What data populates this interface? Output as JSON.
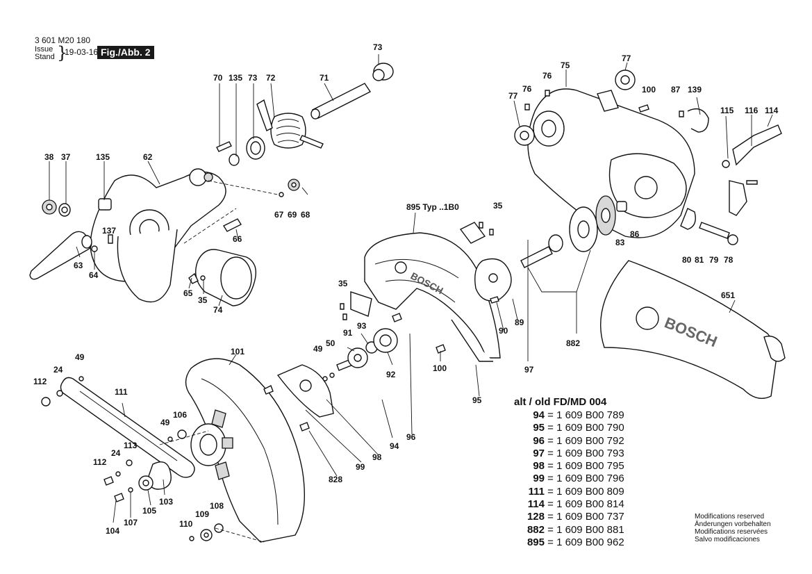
{
  "header": {
    "doc_number": "3 601 M20 180",
    "issue_label": "Issue",
    "stand_label": "Stand",
    "issue_date": "19-03-16",
    "figure_label": "Fig./Abb. 2"
  },
  "callouts": [
    "73",
    "70",
    "135",
    "73",
    "72",
    "71",
    "77",
    "75",
    "76",
    "77",
    "76",
    "100",
    "87",
    "139",
    "115",
    "116",
    "114",
    "38",
    "37",
    "135",
    "62",
    "67",
    "69",
    "68",
    "66",
    "137",
    "63",
    "64",
    "65",
    "35",
    "74",
    "895 Typ ..1B0",
    "35",
    "35",
    "83",
    "86",
    "80",
    "81",
    "79",
    "78",
    "91",
    "93",
    "89",
    "90",
    "651",
    "49",
    "50",
    "92",
    "100",
    "882",
    "97",
    "95",
    "49",
    "24",
    "112",
    "111",
    "101",
    "106",
    "49",
    "113",
    "112",
    "24",
    "103",
    "105",
    "104",
    "107",
    "110",
    "109",
    "108",
    "99",
    "98",
    "94",
    "96",
    "828"
  ],
  "alt_table": {
    "title": "alt / old  FD/MD 004",
    "rows": [
      {
        "num": "94",
        "value": "= 1 609 B00 789"
      },
      {
        "num": "95",
        "value": "= 1 609 B00 790"
      },
      {
        "num": "96",
        "value": "= 1 609 B00 792"
      },
      {
        "num": "97",
        "value": "= 1 609 B00 793"
      },
      {
        "num": "98",
        "value": "= 1 609 B00 795"
      },
      {
        "num": "99",
        "value": "= 1 609 B00 796"
      },
      {
        "num": "111",
        "value": "= 1 609 B00 809"
      },
      {
        "num": "114",
        "value": "= 1 609 B00 814"
      },
      {
        "num": "128",
        "value": "= 1 609 B00 737"
      },
      {
        "num": "882",
        "value": "= 1 609 B00 881"
      },
      {
        "num": "895",
        "value": "= 1 609 B00 962"
      }
    ]
  },
  "modifications": [
    "Modifications reserved",
    "Änderungen vorbehalten",
    "Modifications reservées",
    "Salvo modificaciones"
  ],
  "brand_marks": {
    "guard_text": "BOSCH",
    "cover_text": "BOSCH"
  }
}
